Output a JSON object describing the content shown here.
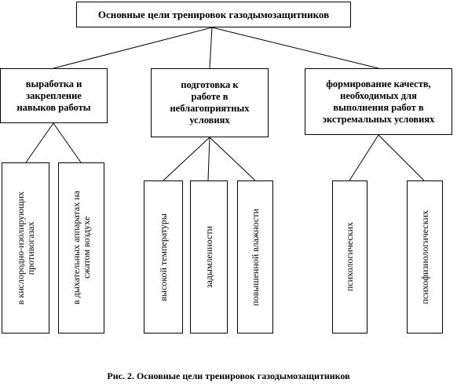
{
  "title": "Основные цели тренировок газодымозащитников",
  "goals": [
    {
      "label_lines": [
        "выработка и",
        "закрепление",
        "навыков работы"
      ],
      "subitems": [
        {
          "lines": [
            "в кислородно-изолирующих",
            "противогазах"
          ]
        },
        {
          "lines": [
            "в дыхательных аппаратах на",
            "сжатом воздухе"
          ]
        }
      ]
    },
    {
      "label_lines": [
        "подготовка к",
        "работе в",
        "неблагоприятных",
        "условиях"
      ],
      "subitems": [
        {
          "lines": [
            "высокой температуры"
          ]
        },
        {
          "lines": [
            "задымленности"
          ]
        },
        {
          "lines": [
            "повышенной влажности"
          ]
        }
      ]
    },
    {
      "label_lines": [
        "формирование качеств,",
        "необходимых для",
        "выполнения работ в",
        "экстремальных условиях"
      ],
      "subitems": [
        {
          "lines": [
            "психологических"
          ]
        },
        {
          "lines": [
            "психофизиологических"
          ]
        }
      ]
    }
  ],
  "caption": "Рис. 2. Основные цели тренировок газодымозащитников"
}
